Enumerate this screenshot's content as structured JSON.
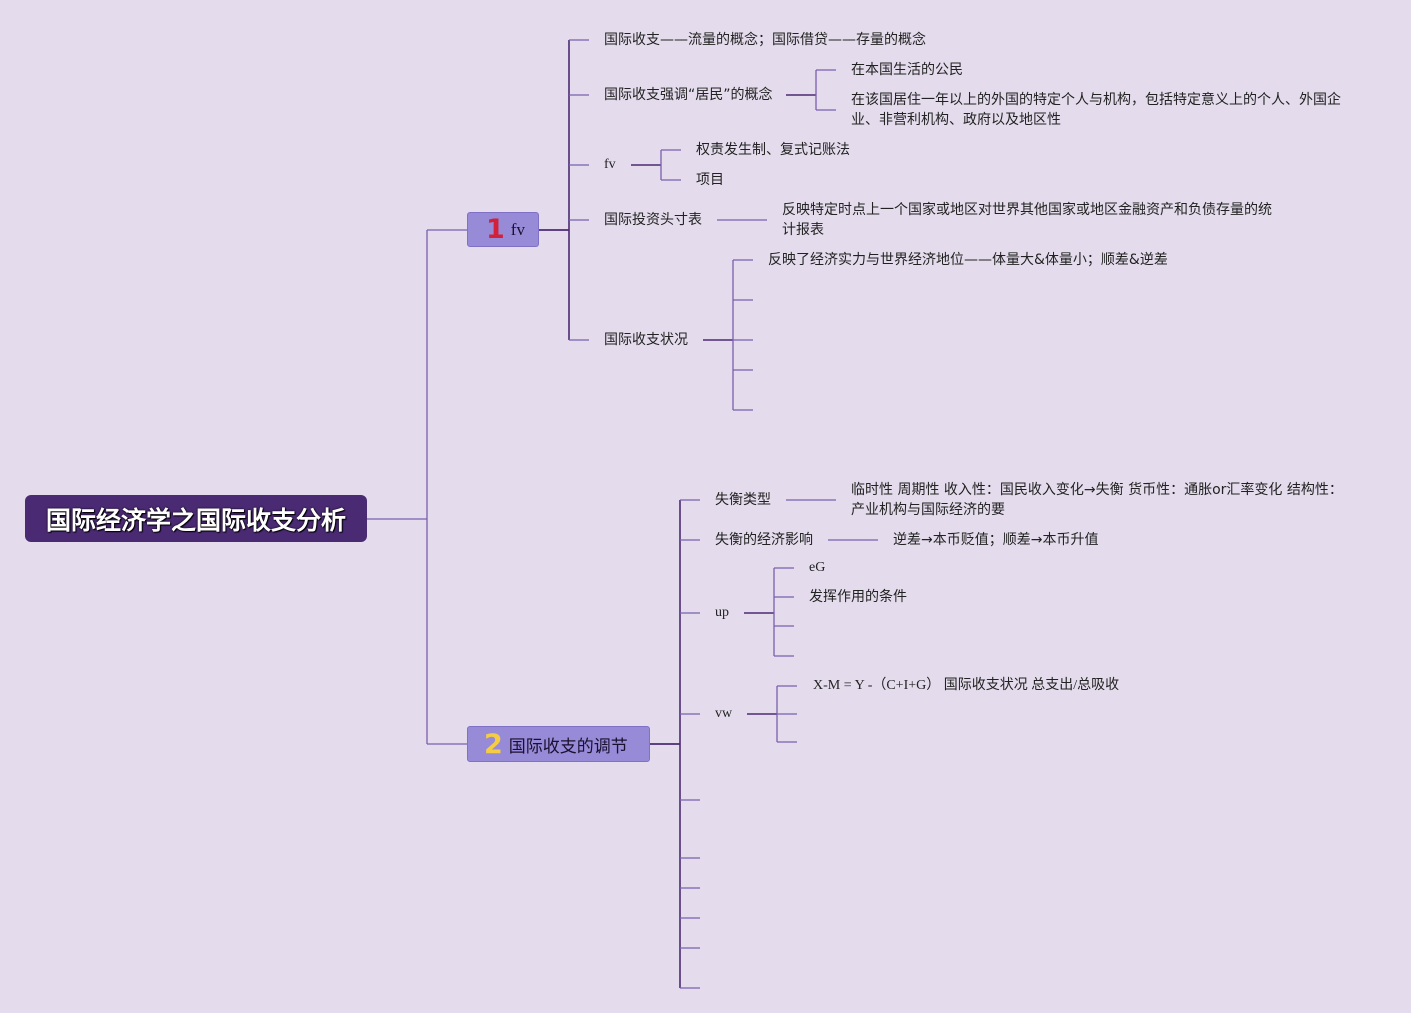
{
  "colors": {
    "background": "#e4dcec",
    "root": "#4b2a74",
    "branch": "#978ad7",
    "line": "#7a5fae",
    "line_dark": "#4b2a74",
    "badge1": "#d4213a",
    "badge2": "#f4cd45"
  },
  "root": {
    "title": "国际经济学之国际收支分析"
  },
  "branch1": {
    "number": "1",
    "label": "fv",
    "items": {
      "flow_stock": "国际收支——流量的概念；国际借贷——存量的概念",
      "resident": {
        "label": "国际收支强调“居民”的概念",
        "children": [
          "在本国生活的公民",
          "在该国居住一年以上的外国的特定个人与机构，包括特定意义上的个人、外国企业、非营利机构、政府以及地区性"
        ]
      },
      "fv": {
        "label": "fv",
        "children": [
          "权责发生制、复式记账法",
          "项目"
        ]
      },
      "iip": {
        "label": "国际投资头寸表",
        "child": "反映特定时点上一个国家或地区对世界其他国家或地区金融资产和负债存量的统计报表"
      },
      "status": {
        "label": "国际收支状况",
        "child": "反映了经济实力与世界经济地位——体量大&体量小；顺差&逆差"
      }
    }
  },
  "branch2": {
    "number": "2",
    "label": "国际收支的调节",
    "items": {
      "types": {
        "label": "失衡类型",
        "child": "临时性 周期性 收入性：国民收入变化→失衡 货币性：通胀or汇率变化 结构性：产业机构与国际经济的要"
      },
      "effects": {
        "label": "失衡的经济影响",
        "child": "逆差→本币贬值；顺差→本币升值"
      },
      "up": {
        "label": "up",
        "children": [
          "eG",
          "发挥作用的条件"
        ]
      },
      "vw": {
        "label": "vw",
        "child": "X-M = Y -（C+I+G） 国际收支状况 总支出/总吸收"
      }
    }
  }
}
